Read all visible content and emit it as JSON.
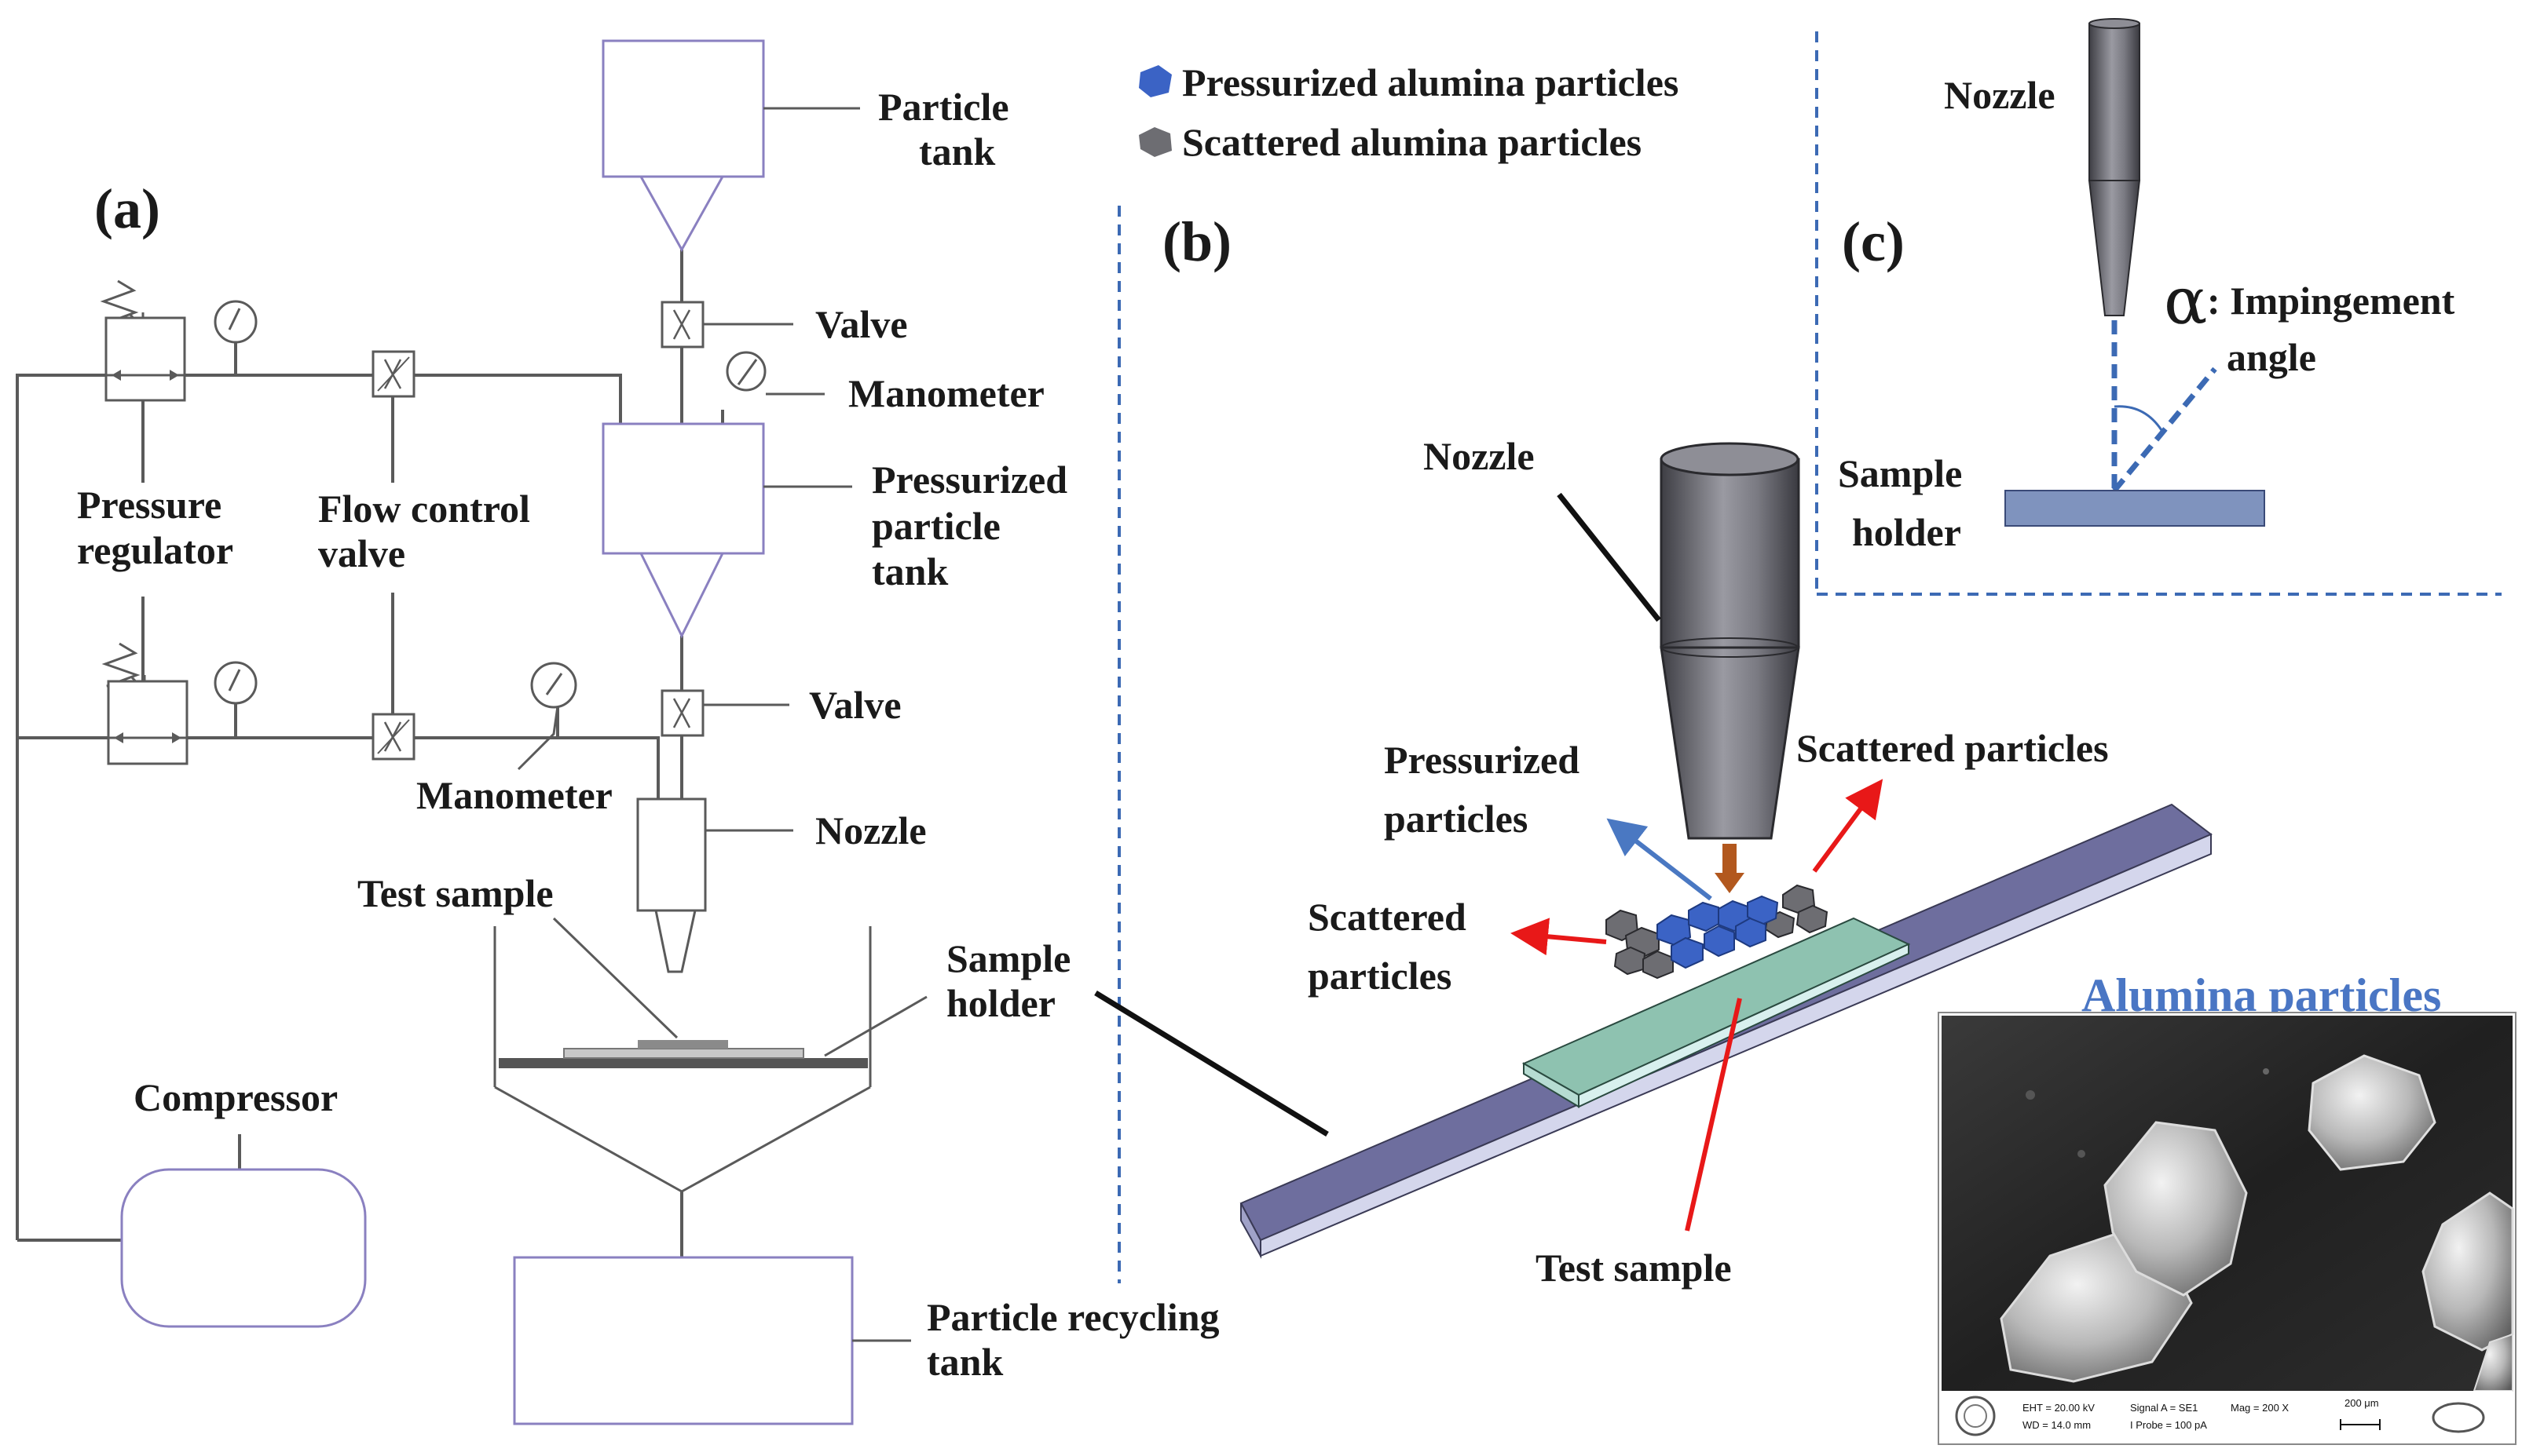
{
  "panels": {
    "a": "(a)",
    "b": "(b)",
    "c": "(c)"
  },
  "panel_a": {
    "particle_tank": [
      "Particle",
      "tank"
    ],
    "valve_top": "Valve",
    "manometer_top": "Manometer",
    "pressurized_tank": [
      "Pressurized",
      "particle",
      "tank"
    ],
    "valve_bottom": "Valve",
    "nozzle": "Nozzle",
    "pressure_regulator": [
      "Pressure",
      "regulator"
    ],
    "flow_control_valve": [
      "Flow control",
      "valve"
    ],
    "manometer_left": "Manometer",
    "test_sample": "Test sample",
    "sample_holder": [
      "Sample",
      "holder"
    ],
    "compressor": "Compressor",
    "recycling_tank": [
      "Particle recycling",
      "tank"
    ]
  },
  "legend": {
    "pressurized": "Pressurized alumina particles",
    "scattered": "Scattered alumina particles"
  },
  "panel_b": {
    "nozzle": "Nozzle",
    "pressurized_particles": [
      "Pressurized",
      "particles"
    ],
    "scattered_particles_right": "Scattered particles",
    "scattered_particles_left": [
      "Scattered",
      "particles"
    ],
    "test_sample": "Test sample"
  },
  "panel_c": {
    "nozzle": "Nozzle",
    "alpha_symbol": "α",
    "impingement_angle": [
      ": Impingement",
      "angle"
    ],
    "sample_holder": [
      "Sample",
      "holder"
    ]
  },
  "sem": {
    "title": "Alumina particles",
    "info": [
      "EHT = 20.00 kV",
      "WD = 14.0 mm",
      "Signal A = SE1",
      "I Probe = 100 pA",
      "Mag = 200 X",
      "200 μm"
    ]
  },
  "colors": {
    "line": "#5a5a5a",
    "tank_outline": "#8a80c0",
    "dashed_divider": "#3c6ab4",
    "pressurized_particle": "#3b63c5",
    "scattered_particle": "#6d6d72",
    "holder_top": "#6e6e9e",
    "sample_top": "#8ec2b0",
    "red_arrow": "#e81818",
    "blue_arrow": "#4a78c2",
    "nozzle_arrow": "#b2581e",
    "sem_title": "#4a76c4",
    "c_holder": "#7f93be"
  }
}
